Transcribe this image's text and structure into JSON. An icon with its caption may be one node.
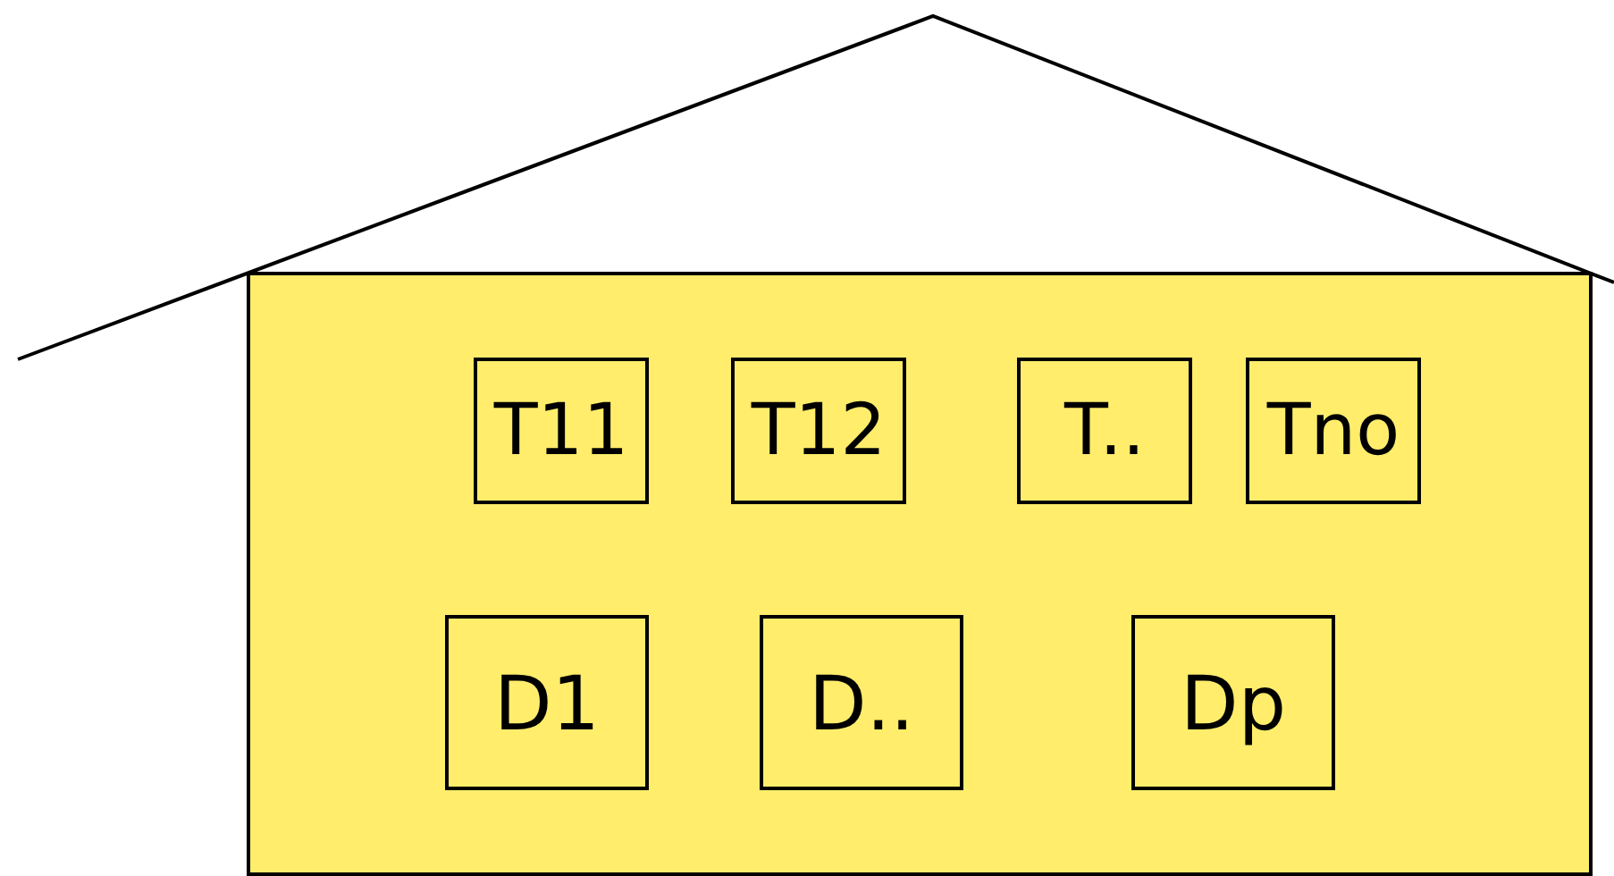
{
  "diagram": {
    "nodes": [
      {
        "text": [],
        "shape": "box"
      },
      {
        "text": [
          "T11"
        ],
        "in": 0
      },
      {
        "text": [
          "T12"
        ],
        "in": 0
      },
      {
        "text": [
          "T.."
        ],
        "in": 0
      },
      {
        "text": [
          "Tno"
        ],
        "in": 0
      },
      {
        "text": [
          "D1"
        ],
        "in": 0
      },
      {
        "text": [
          "D.."
        ],
        "in": 0
      },
      {
        "text": [
          "Dp"
        ],
        "in": 0
      }
    ]
  }
}
